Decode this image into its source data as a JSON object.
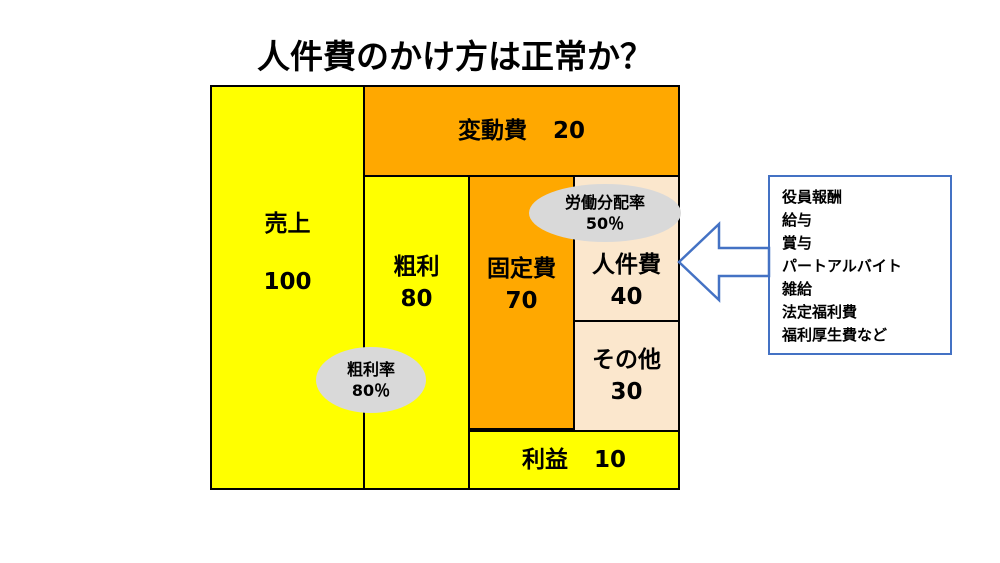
{
  "title": "人件費のかけ方は正常か？",
  "colors": {
    "yellow": "#FFFF00",
    "orange": "#FFA800",
    "cream": "#FBE7CD",
    "badge_gray": "#D9D9D9",
    "callout_blue": "#4472C4",
    "line_black": "#000000"
  },
  "cells": {
    "sales": {
      "label": "売上",
      "value": "100"
    },
    "variable": {
      "label": "変動費",
      "value": "20"
    },
    "gross": {
      "label": "粗利",
      "value": "80"
    },
    "fixed": {
      "label": "固定費",
      "value": "70"
    },
    "personnel": {
      "label": "人件費",
      "value": "40"
    },
    "other": {
      "label": "その他",
      "value": "30"
    },
    "profit": {
      "label": "利益",
      "value": "10"
    }
  },
  "badges": {
    "labor_share": {
      "label": "労働分配率",
      "value": "50％"
    },
    "gross_margin": {
      "label": "粗利率",
      "value": "80％"
    }
  },
  "callout": {
    "items": [
      "役員報酬",
      "給与",
      "賞与",
      "パートアルバイト",
      "雑給",
      "法定福利費",
      "福利厚生費など"
    ]
  },
  "icons": {
    "arrow_left": "left-block-arrow"
  }
}
